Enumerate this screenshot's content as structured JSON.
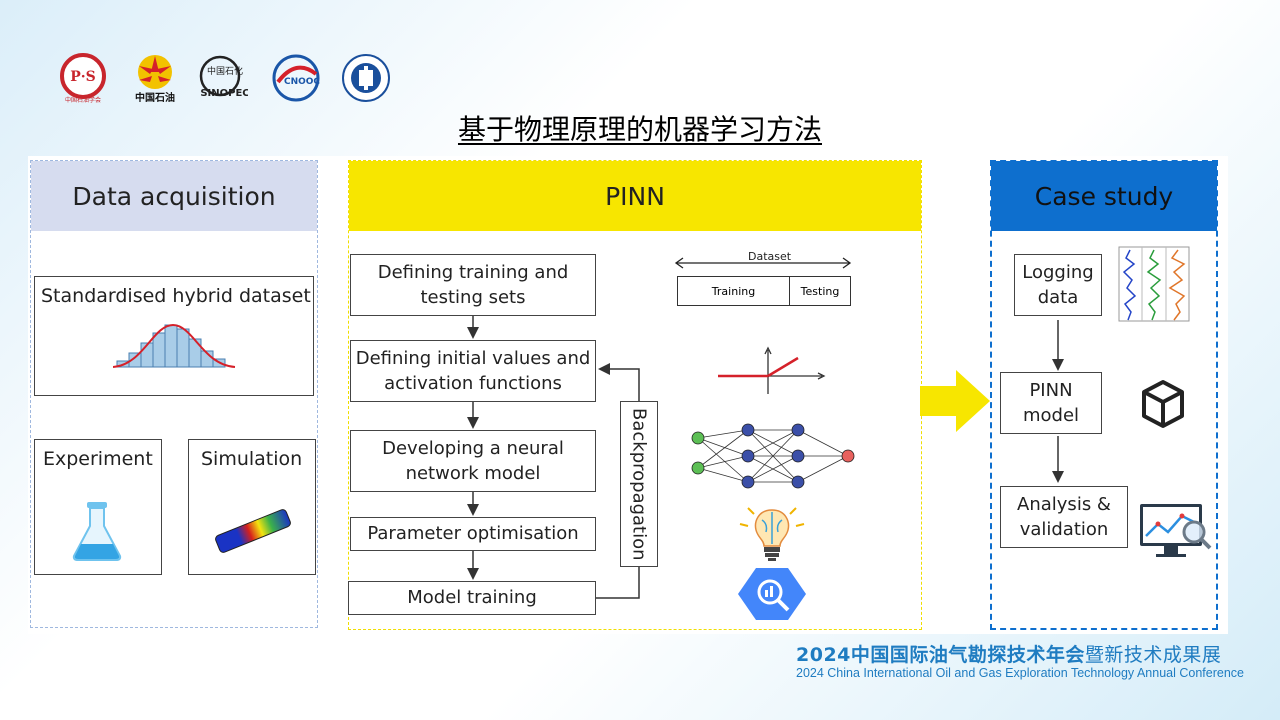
{
  "logos": [
    {
      "name": "cps-logo",
      "text": "中国石油学会"
    },
    {
      "name": "petrochina-logo",
      "text": "中国石油"
    },
    {
      "name": "sinopec-logo",
      "text": "SINOPEC"
    },
    {
      "name": "cnooc-logo",
      "text": "CNOOC"
    },
    {
      "name": "society-logo",
      "text": ""
    }
  ],
  "title": "基于物理原理的机器学习方法",
  "panels": {
    "data_acquisition": {
      "header": "Data acquisition",
      "hybrid_label": "Standardised hybrid dataset",
      "experiment_label": "Experiment",
      "simulation_label": "Simulation"
    },
    "pinn": {
      "header": "PINN",
      "steps": [
        "Defining training and testing sets",
        "Defining initial values and activation functions",
        "Developing a neural network model",
        "Parameter optimisation",
        "Model training"
      ],
      "backprop_label": "Backpropagation",
      "dataset_label": "Dataset",
      "training_label": "Training",
      "testing_label": "Testing"
    },
    "case_study": {
      "header": "Case study",
      "steps": [
        "Logging data",
        "PINN model",
        "Analysis & validation"
      ]
    }
  },
  "footer": {
    "cn_bold": "2024中国国际油气勘探技术年会",
    "cn_light": "暨新技术成果展",
    "en": "2024 China International Oil and Gas Exploration Technology Annual Conference"
  },
  "colors": {
    "pinn_yellow": "#f7e600",
    "case_blue": "#0e6fce",
    "acq_lavender": "#d6dcef",
    "footer_blue": "#1f7cc1",
    "arrow_yellow": "#f7e600"
  }
}
